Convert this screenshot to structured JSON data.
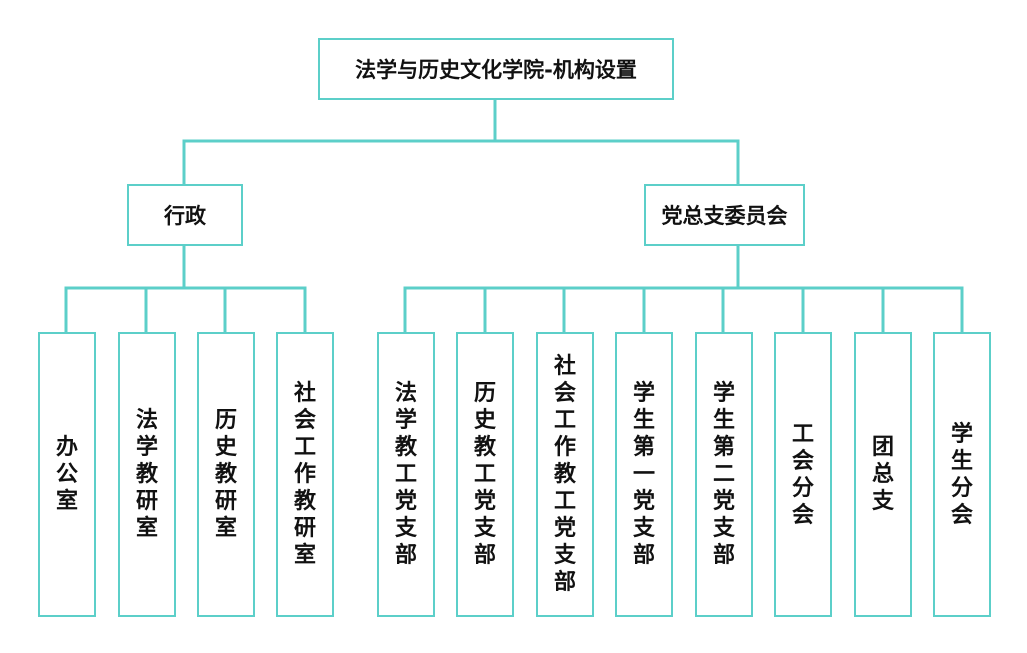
{
  "diagram": {
    "line_color": "#5ccfc9",
    "root": {
      "label": "法学与历史文化学院-机构设置"
    },
    "groups": [
      {
        "label": "行政",
        "children": [
          "办公室",
          "法学教研室",
          "历史教研室",
          "社会工作教研室"
        ]
      },
      {
        "label": "党总支委员会",
        "children": [
          "法学教工党支部",
          "历史教工党支部",
          "社会工作教工党支部",
          "学生第一党支部",
          "学生第二党支部",
          "工会分会",
          "团总支",
          "学生分会"
        ]
      }
    ]
  }
}
